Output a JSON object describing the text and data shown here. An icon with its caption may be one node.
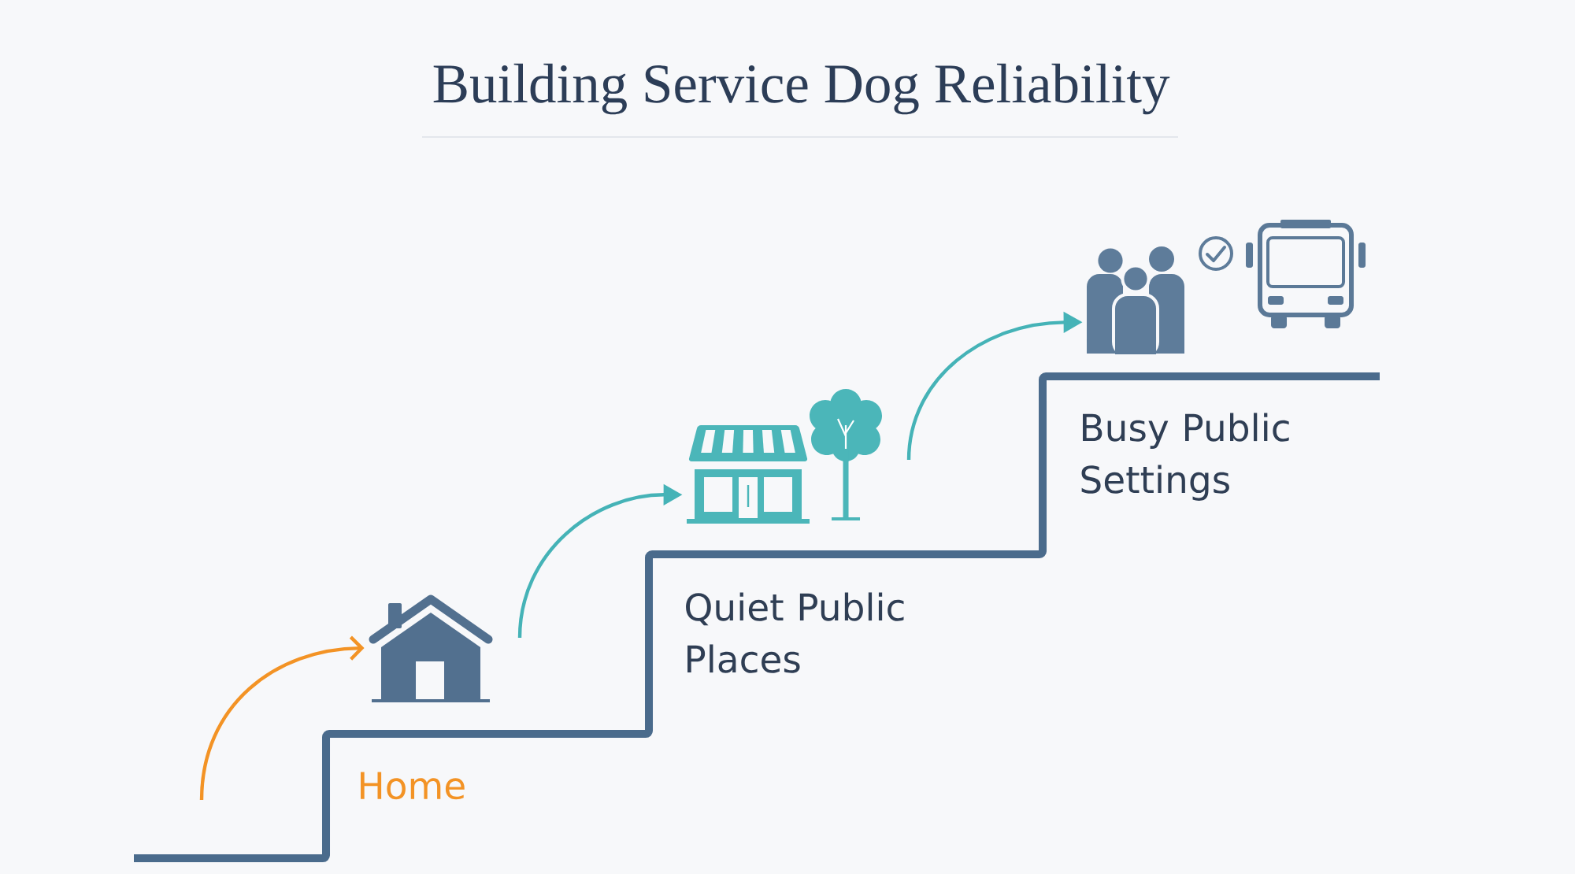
{
  "diagram": {
    "title": "Building Service Dog Reliability",
    "nodes": [
      {
        "text": [],
        "shape": "picture",
        "beside": [
          "Home"
        ]
      },
      {
        "text": [],
        "shape": "picture",
        "beside": [
          "Quiet Public Places"
        ]
      },
      {
        "text": [],
        "shape": "picture",
        "beside": [
          "Busy Public Settings"
        ]
      }
    ],
    "edges": [
      {
        "from": null,
        "to": 0,
        "arrow": "to",
        "color": "#f39325"
      },
      {
        "from": null,
        "to": 1,
        "arrow": "to"
      },
      {
        "from": null,
        "to": 2,
        "arrow": "to"
      }
    ]
  }
}
